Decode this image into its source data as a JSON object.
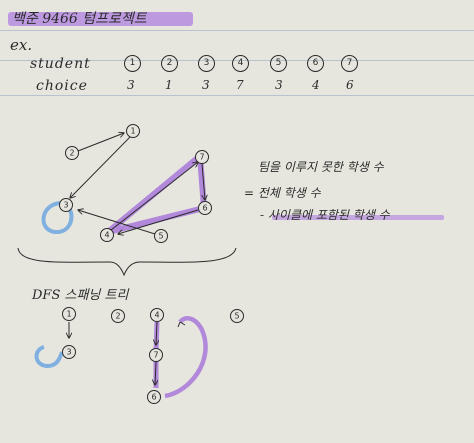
{
  "header": {
    "title": "백준 9466 텀프로젝트",
    "ex_label": "ex."
  },
  "table": {
    "student_label": "student",
    "choice_label": "choice",
    "students": [
      "1",
      "2",
      "3",
      "4",
      "5",
      "6",
      "7"
    ],
    "choices": [
      "3",
      "1",
      "3",
      "7",
      "3",
      "4",
      "6"
    ]
  },
  "graph_nodes": [
    "1",
    "2",
    "3",
    "4",
    "5",
    "6",
    "7"
  ],
  "formula": {
    "line1": "팀을 이루지 못한 학생 수",
    "line2": "= 전체 학생 수",
    "line3": "- 사이클에 포함된 학생 수"
  },
  "dfs": {
    "title": "DFS 스패닝 트리",
    "nodes": [
      "1",
      "2",
      "3",
      "4",
      "5",
      "6",
      "7"
    ]
  },
  "colors": {
    "ink": "#2b2b2b",
    "highlight": "#a877d9",
    "selfloop": "#7fb0e0",
    "rules": "#b9c3cf",
    "paper": "#e6e6df"
  }
}
